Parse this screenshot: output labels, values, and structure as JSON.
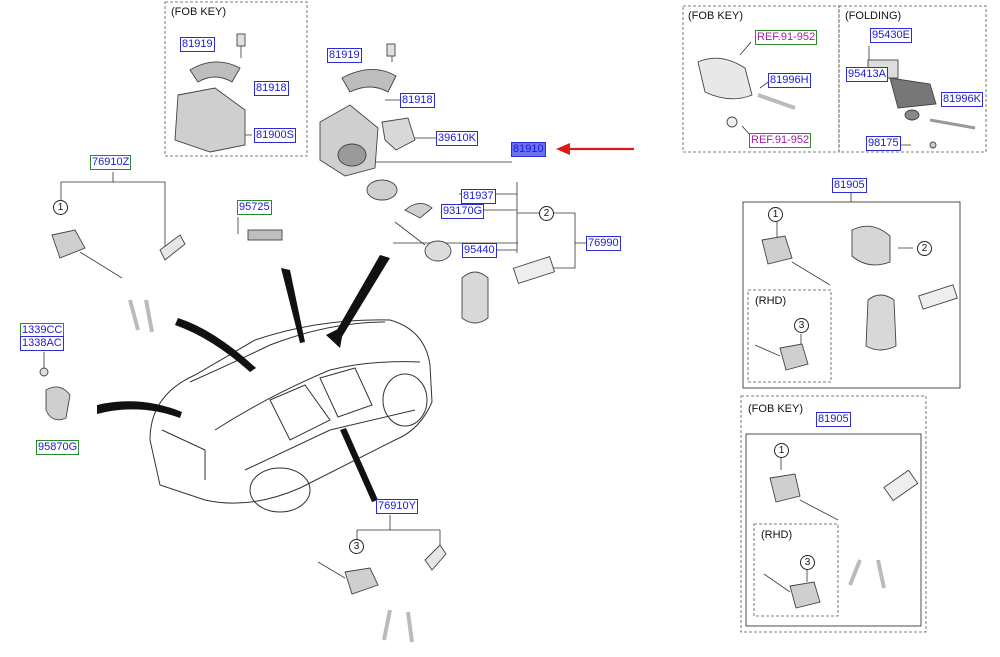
{
  "captions": {
    "fob_key": "(FOB KEY)",
    "folding": "(FOLDING)",
    "rhd": "(RHD)"
  },
  "parts": {
    "p81919a": "81919",
    "p81918a": "81918",
    "p81900s": "81900S",
    "p81919b": "81919",
    "p81918b": "81918",
    "p39610k": "39610K",
    "p81910": "81910",
    "p81937": "81937",
    "p93170g": "93170G",
    "p95440": "95440",
    "p76990": "76990",
    "p76910z": "76910Z",
    "p95725": "95725",
    "p1339cc": "1339CC",
    "p1338ac": "1338AC",
    "p95870g": "95870G",
    "p76910y": "76910Y",
    "ref1": "REF.91-952",
    "ref2": "REF.91-952",
    "p81996h": "81996H",
    "p95430e": "95430E",
    "p95413a": "95413A",
    "p81996k": "81996K",
    "p98175": "98175",
    "p81905a": "81905",
    "p81905b": "81905"
  },
  "callouts": {
    "one": "1",
    "two": "2",
    "three": "3"
  },
  "colors": {
    "label_text": "#1a1ad8",
    "label_border_blue": "#2c2cd0",
    "label_border_green": "#2a8a2a",
    "ref_text": "#a020a0",
    "highlight_fill": "#6b72f0",
    "pointer_arrow": "#e01818"
  },
  "icons": {
    "pointer": "red-arrow-icon"
  }
}
